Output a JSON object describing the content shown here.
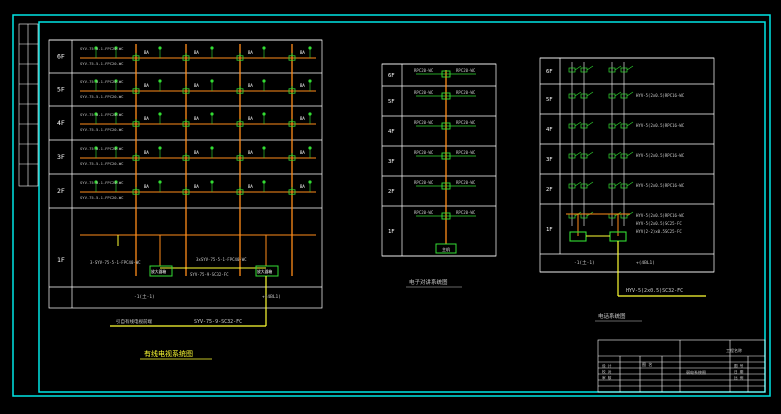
{
  "colors": {
    "background": "#000000",
    "frame": "#00e5e5",
    "grid": "#ffffff",
    "riser": "#ff8c1a",
    "device": "#33dd33",
    "cable": "#ffff33",
    "label": "#cccccc"
  },
  "panel_left": {
    "floors": [
      "6F",
      "5F",
      "4F",
      "3F",
      "2F",
      "1F"
    ],
    "row_labels": [
      "SYV-75-5-1-FPC20-WC",
      "SYV-75-5-1-FPC20-WC",
      "SYV-75-5-1-FPC20-WC",
      "SYV-75-5-1-FPC20-WC",
      "SYV-75-5-1-FPC20-WC"
    ],
    "row_labels_b": [
      "SYV-75-5-1-FPC20-WC",
      "SYV-75-5-1-FPC20-WC",
      "SYV-75-5-1-FPC20-WC",
      "SYV-75-5-1-FPC20-WC",
      "SYV-75-5-1-FPC20-WC"
    ],
    "tap_label": "BA",
    "bottom_left_label": "3-SYV-75-5-1-FPC40-WC",
    "bottom_mid_label": "3xSYV-75-5-1-FPC40-WC",
    "trunk_label": "SYV-75-9-SC32-FC",
    "amp_box_left": "放大器箱",
    "amp_box_right": "放大器箱",
    "footer_left": "-1(土-1)",
    "footer_right": "+(4BL1)",
    "incoming_label": "引自有线电视前端",
    "incoming_cable": "SYV-75-9-SC32-FC",
    "title": "有线电视系统图"
  },
  "panel_mid": {
    "floors": [
      "6F",
      "5F",
      "4F",
      "3F",
      "2F",
      "1F"
    ],
    "row_labels": [
      "RPC20-WC",
      "RPC20-WC",
      "RPC20-WC",
      "RPC20-WC",
      "RPC20-WC",
      "RPC20-WC"
    ],
    "row_labels_b": [
      "RPC20-WC",
      "RPC20-WC",
      "RPC20-WC",
      "RPC20-WC",
      "RPC20-WC",
      "RPC20-WC"
    ],
    "bottom_box": "主机",
    "title": "电子对讲系统图"
  },
  "panel_right": {
    "floors": [
      "6F",
      "5F",
      "4F",
      "3F",
      "2F",
      "1F"
    ],
    "row_labels": [
      "",
      "HYV-5(2x0.5)RPC16-WC",
      "HYV-5(2x0.5)RPC16-WC",
      "HYV-5(2x0.5)RPC16-WC",
      "HYV-5(2x0.5)RPC16-WC",
      "HYV-5(2x0.5)RPC16-WC"
    ],
    "ground_label_a": "HYV-5(2x0.5)SC25-FC",
    "ground_label_b": "HYV(2-2)x0.5SC25-FC",
    "footer_left": "-1(土-1)",
    "footer_right": "+(4BL1)",
    "incoming_cable": "HYV-5(2x0.5)SC32-FC",
    "title": "电话系统图"
  },
  "title_block": {
    "row1": "工程名称",
    "row2": "图 名",
    "row3": "弱电系统图",
    "cells": [
      "设 计",
      "校 对",
      "审 核",
      "图 号",
      "日 期",
      "比 例"
    ]
  }
}
